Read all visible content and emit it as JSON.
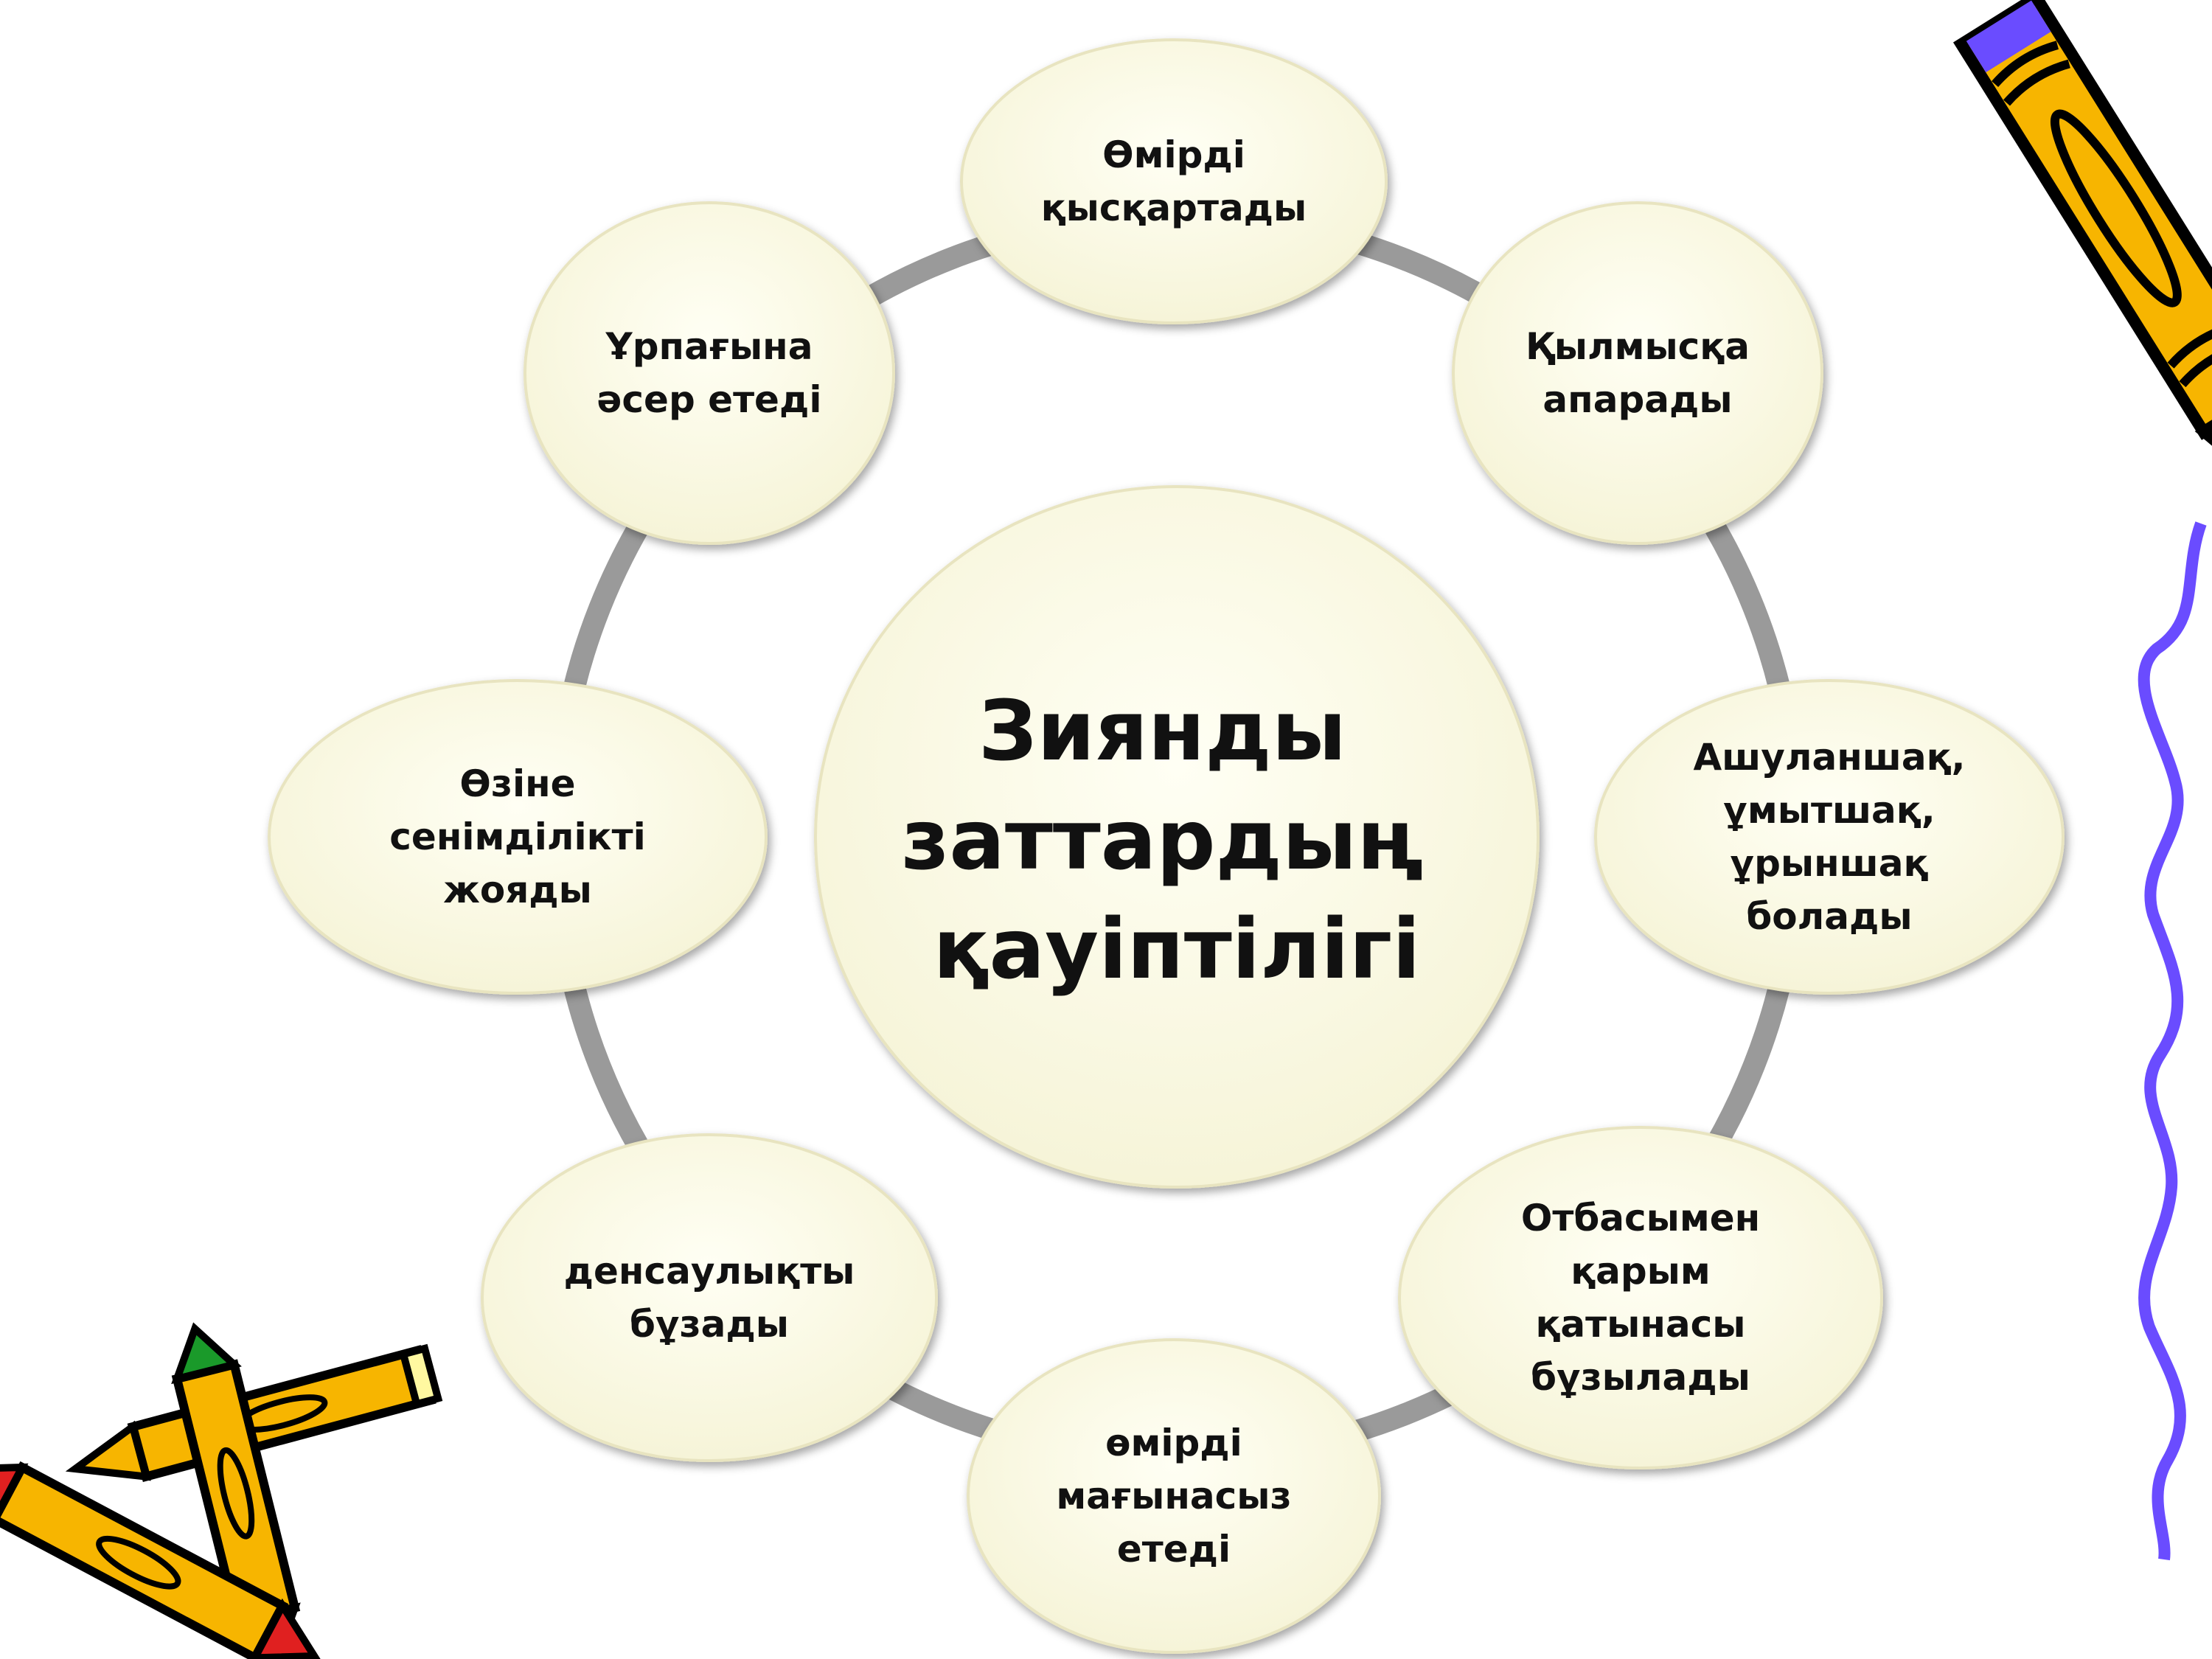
{
  "center": {
    "lines": [
      "Зиянды",
      "заттардың",
      "қауіптілігі"
    ]
  },
  "nodes": [
    {
      "lines": [
        "Өмірді",
        "қысқартады"
      ]
    },
    {
      "lines": [
        "Қылмысқа",
        "апарады"
      ]
    },
    {
      "lines": [
        "Ашуланшақ,",
        "ұмытшақ,",
        "ұрыншақ",
        "болады"
      ]
    },
    {
      "lines": [
        "Отбасымен",
        "қарым",
        "қатынасы",
        "бұзылады"
      ]
    },
    {
      "lines": [
        "өмірді",
        "мағынасыз",
        "етеді"
      ]
    },
    {
      "lines": [
        "денсаулықты",
        "бұзады"
      ]
    },
    {
      "lines": [
        "Өзіне",
        "сенімділікті",
        "жояды"
      ]
    },
    {
      "lines": [
        "Ұрпағына",
        "әсер етеді"
      ]
    }
  ],
  "colors": {
    "node_fill": "#fdfde9",
    "ring": "#9a9a9a",
    "crayon_yellow": "#f7b500",
    "accent_purple": "#6a4cff"
  }
}
